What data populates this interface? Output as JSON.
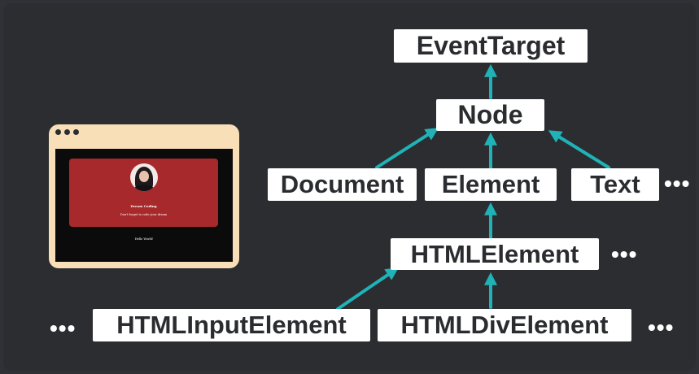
{
  "browser_mockup": {
    "card_title": "Dream Coding",
    "card_subtitle": "Don't forget to code your dream",
    "body_text": "Hello World!"
  },
  "diagram": {
    "nodes": {
      "event_target": "EventTarget",
      "node": "Node",
      "document": "Document",
      "element": "Element",
      "text": "Text",
      "html_element": "HTMLElement",
      "html_input_element": "HTMLInputElement",
      "html_div_element": "HTMLDivElement"
    },
    "ellipsis": "•••"
  },
  "colors": {
    "background": "#2f3136",
    "box": "#ffffff",
    "box_text": "#2b2c30",
    "arrow": "#1fb3b8",
    "browser_frame": "#f9dfb8",
    "card": "#a8292b"
  }
}
